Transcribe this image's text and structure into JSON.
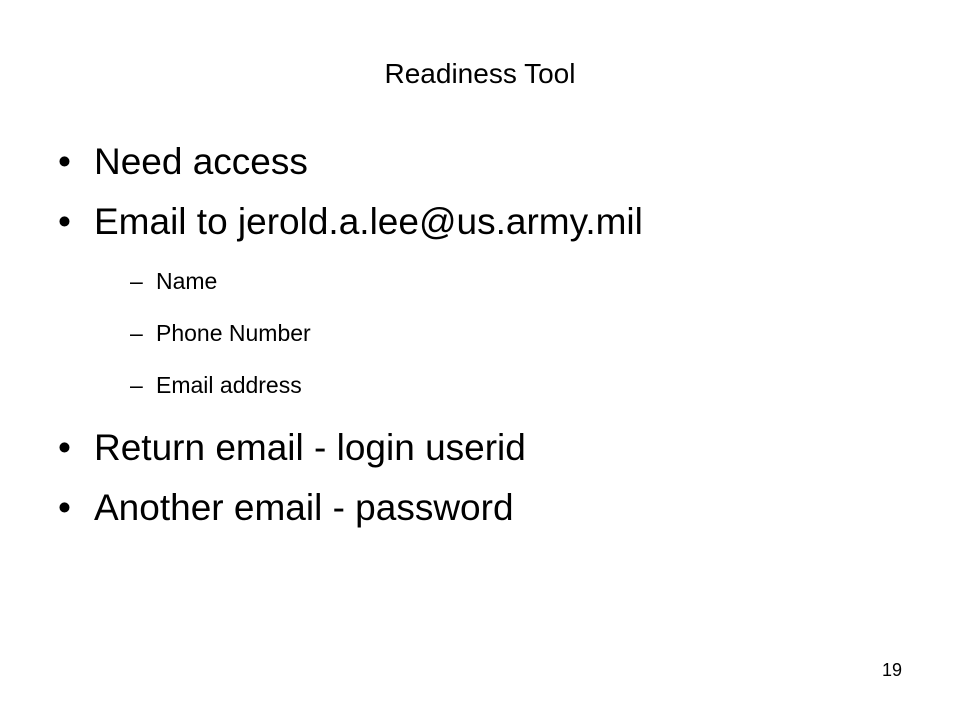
{
  "slide": {
    "title": "Readiness  Tool",
    "bullets": [
      {
        "marker": "•",
        "text": "Need access"
      },
      {
        "marker": "•",
        "text": "Email to jerold.a.lee@us.army.mil"
      }
    ],
    "sub_bullets": [
      {
        "marker": "–",
        "text": "Name"
      },
      {
        "marker": "–",
        "text": "Phone Number"
      },
      {
        "marker": "–",
        "text": "Email address"
      }
    ],
    "bullets_after": [
      {
        "marker": "•",
        "text": "Return email - login userid"
      },
      {
        "marker": "•",
        "text": "Another email - password"
      }
    ],
    "page_number": "19"
  }
}
